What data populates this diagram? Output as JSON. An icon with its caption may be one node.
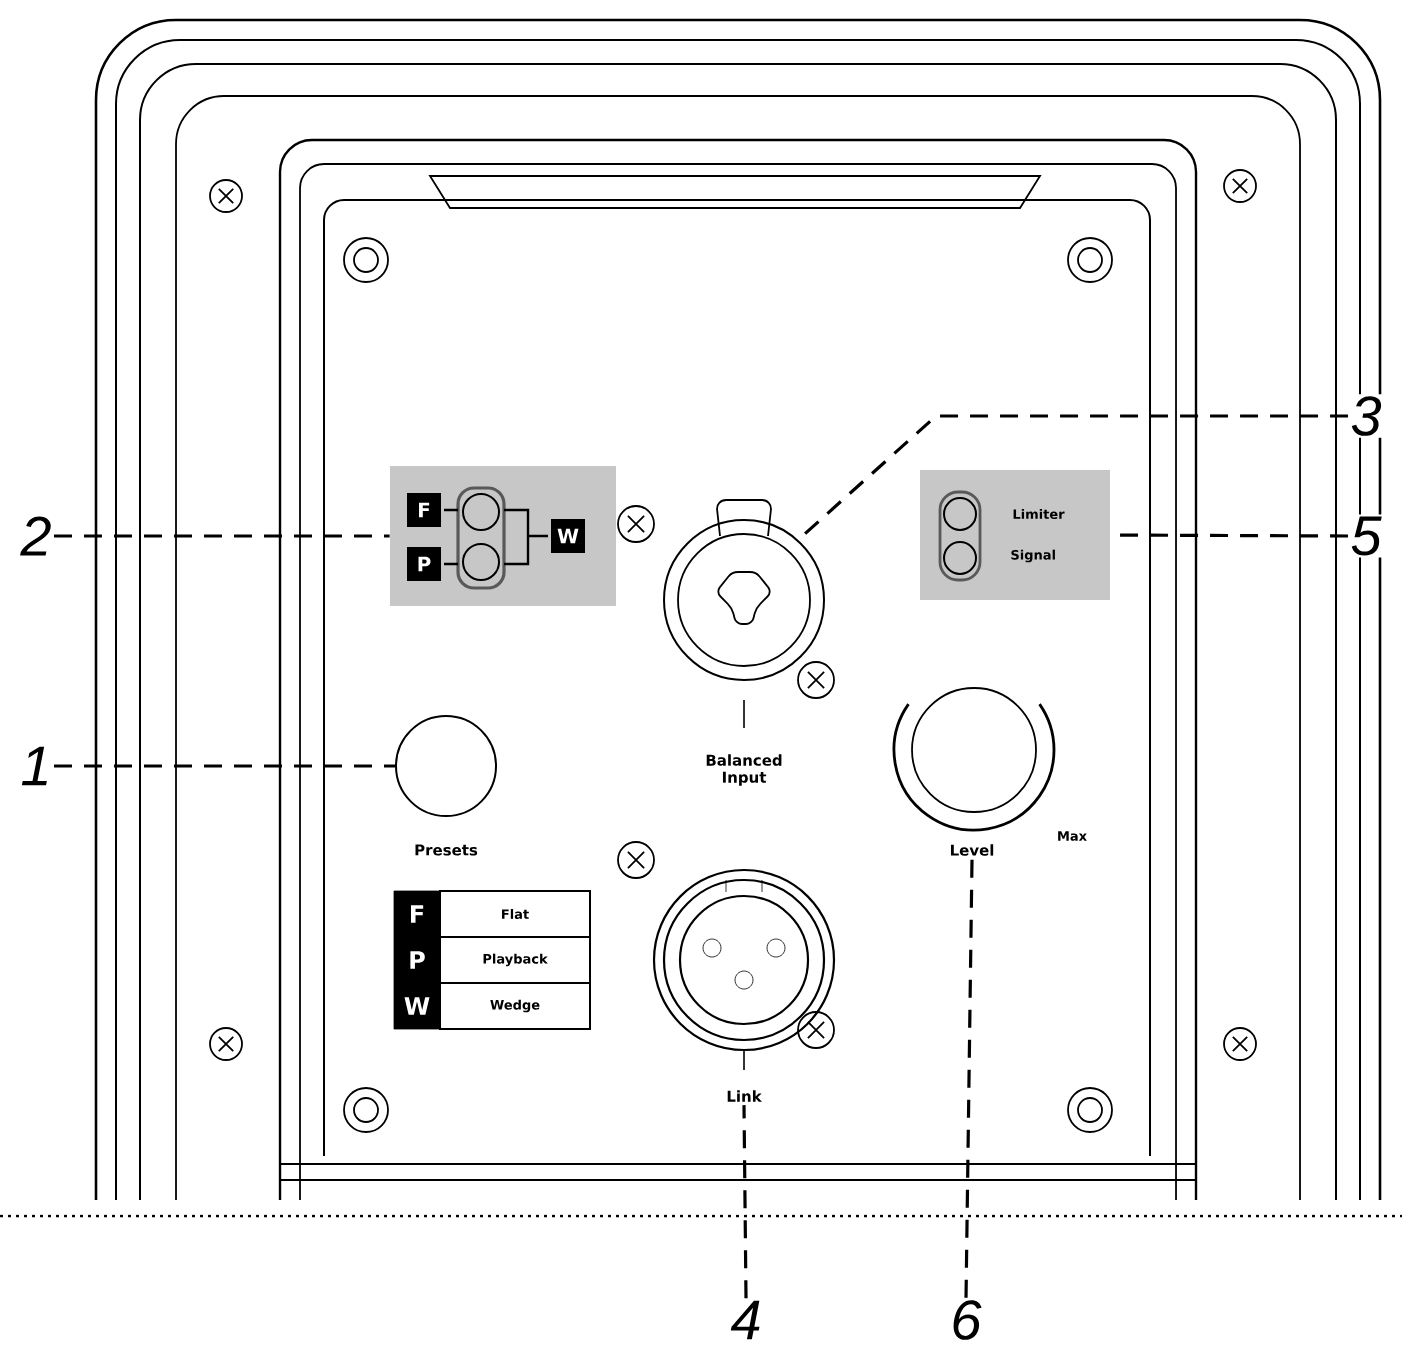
{
  "diagram": {
    "nodes": [
      {
        "text": [
          "2"
        ]
      },
      {
        "text": [
          "F",
          "P",
          "W"
        ]
      },
      {
        "text": [],
        "shape": "circle",
        "beside": [
          "Balanced Input"
        ]
      },
      {
        "text": [
          "3"
        ]
      },
      {
        "text": [
          "Limiter",
          "Signal"
        ]
      },
      {
        "text": [
          "5"
        ]
      },
      {
        "text": [
          "1"
        ]
      },
      {
        "text": [],
        "shape": "circle",
        "beside": [
          "Presets"
        ]
      },
      {
        "text": [
          "Level"
        ]
      },
      {
        "text": [
          "Link"
        ]
      },
      {
        "text": [
          "4"
        ]
      },
      {
        "text": [
          "6"
        ]
      }
    ],
    "edges": [
      {
        "from": 0,
        "to": 1,
        "arrow": "none",
        "style": "dashed"
      },
      {
        "from": 3,
        "to": 2,
        "arrow": "none",
        "style": "dashed"
      },
      {
        "from": 5,
        "to": 4,
        "arrow": "none",
        "style": "dashed"
      },
      {
        "from": 6,
        "to": 7,
        "arrow": "none",
        "style": "dashed"
      },
      {
        "from": 10,
        "to": 9,
        "arrow": "none",
        "style": "dashed"
      },
      {
        "from": 11,
        "to": 8,
        "arrow": "none",
        "style": "dashed"
      }
    ],
    "labels": [
      "Max",
      "F",
      "Flat",
      "P",
      "Playback",
      "W",
      "Wedge"
    ]
  }
}
